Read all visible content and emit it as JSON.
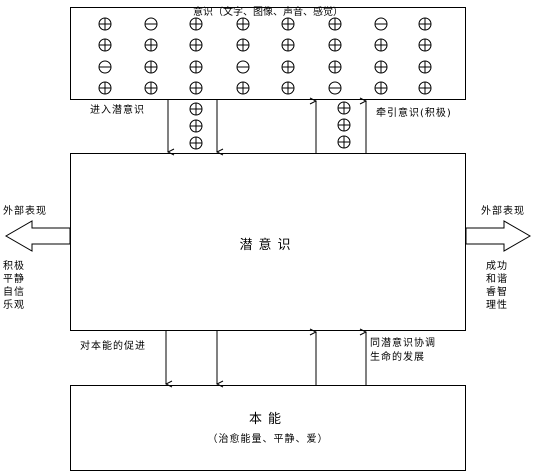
{
  "consciousness": {
    "title": "意识（文字、图像、声音、感觉）",
    "grid": [
      [
        "+",
        "-",
        "+",
        "+",
        "+",
        "+",
        "-",
        "+"
      ],
      [
        "+",
        "+",
        "+",
        "+",
        "+",
        "+",
        "+",
        "+"
      ],
      [
        "-",
        "+",
        "+",
        "-",
        "+",
        "+",
        "+",
        "+"
      ],
      [
        "+",
        "+",
        "+",
        "+",
        "+",
        "-",
        "+",
        "+"
      ]
    ]
  },
  "subconscious": {
    "title": "潜意识"
  },
  "instinct": {
    "title": "本能",
    "subtitle": "（治愈能量、平静、爱）"
  },
  "labels": {
    "enter": "进入潜意识",
    "pull": "牵引意识(积极)",
    "promote": "对本能的促进",
    "coordinate_line1": "同潜意识协调",
    "coordinate_line2": "生命的发展",
    "outer_left": "外部表现",
    "outer_right": "外部表现"
  },
  "left_traits": [
    "积极",
    "平静",
    "自信",
    "乐观"
  ],
  "right_traits": [
    "成功",
    "和谐",
    "睿智",
    "理性"
  ],
  "flow_symbols_down": [
    "+",
    "+",
    "+"
  ],
  "flow_symbols_up": [
    "+",
    "+",
    "+"
  ]
}
